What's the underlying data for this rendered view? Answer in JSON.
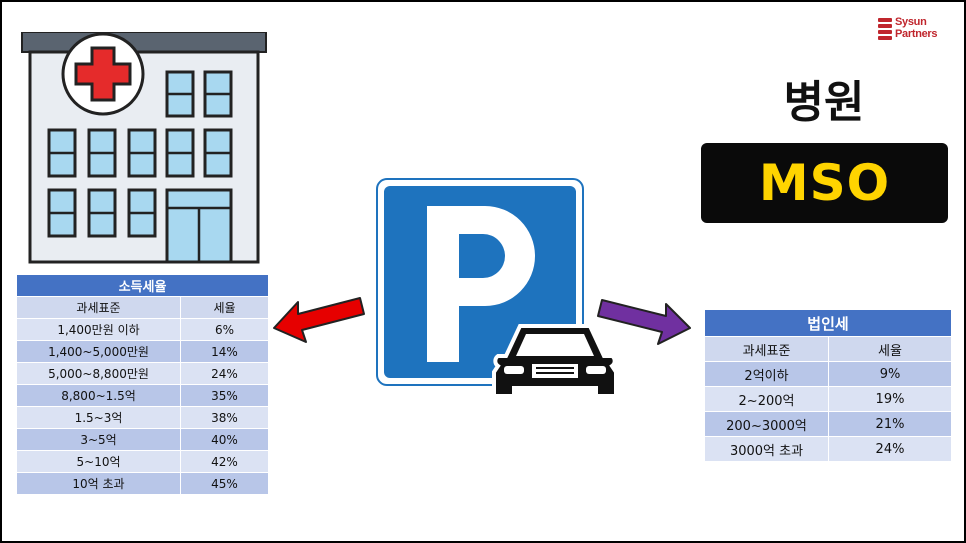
{
  "brand": {
    "line1": "Sysun",
    "line2": "Partners"
  },
  "labels": {
    "hospital": "병원",
    "mso": "MSO"
  },
  "colors": {
    "header_blue": "#4472c4",
    "mso_text": "#ffd400",
    "arrow_left": "#e60000",
    "arrow_right": "#7030a0",
    "parking_blue": "#1e73be"
  },
  "income_tax": {
    "caption": "소득세율",
    "headers": [
      "과세표준",
      "세율"
    ],
    "rows": [
      [
        "1,400만원 이하",
        "6%"
      ],
      [
        "1,400~5,000만원",
        "14%"
      ],
      [
        "5,000~8,800만원",
        "24%"
      ],
      [
        "8,800~1.5억",
        "35%"
      ],
      [
        "1.5~3억",
        "38%"
      ],
      [
        "3~5억",
        "40%"
      ],
      [
        "5~10억",
        "42%"
      ],
      [
        "10억 초과",
        "45%"
      ]
    ]
  },
  "corporate_tax": {
    "caption": "법인세",
    "headers": [
      "과세표준",
      "세율"
    ],
    "rows": [
      [
        "2억이하",
        "9%"
      ],
      [
        "2~200억",
        "19%"
      ],
      [
        "200~3000억",
        "21%"
      ],
      [
        "3000억 초과",
        "24%"
      ]
    ]
  },
  "parking_sign": {
    "letter": "P"
  }
}
